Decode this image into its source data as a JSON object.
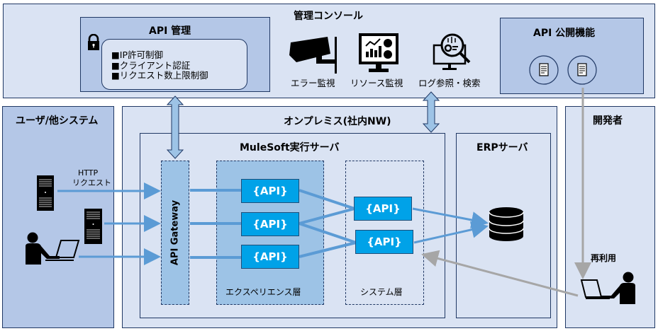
{
  "console": {
    "title": "管理コンソール",
    "monitors": [
      {
        "icon": "camera-icon",
        "label": "エラー監視"
      },
      {
        "icon": "dashboard-monitor-icon",
        "label": "リソース監視"
      },
      {
        "icon": "log-search-icon",
        "label": "ログ参照・検索"
      }
    ]
  },
  "api_management": {
    "title": "API 管理",
    "icon": "lock-icon",
    "features": [
      "■IP許可制御",
      "■クライアント認証",
      "■リクエスト数上限制御"
    ]
  },
  "api_publish": {
    "title": "API 公開機能",
    "docs": [
      "document-icon",
      "document-icon"
    ]
  },
  "users": {
    "title": "ユーザ/他システム",
    "http_request_label": "HTTP\nリクエスト",
    "http_line1": "HTTP",
    "http_line2": "リクエスト"
  },
  "onprem": {
    "title": "オンプレミス(社内NW)",
    "mulesoft": {
      "title": "MuleSoft実行サーバ",
      "gateway_label": "API Gateway",
      "experience_layer": {
        "label": "エクスペリエンス層",
        "apis": [
          "{API}",
          "{API}",
          "{API}"
        ]
      },
      "system_layer": {
        "label": "システム層",
        "apis": [
          "{API}",
          "{API}"
        ]
      }
    },
    "erp": {
      "title": "ERPサーバ",
      "icon": "database-icon"
    }
  },
  "developer": {
    "title": "開発者",
    "reuse_label": "再利用"
  },
  "colors": {
    "light_bg": "#dae3f3",
    "mid_bg": "#b4c7e7",
    "layer_bg": "#9dc3e6",
    "border": "#203864",
    "api_box": "#00a2e8",
    "flow_arrow": "#5b9bd5",
    "reuse_arrow": "#a6a6a6"
  }
}
